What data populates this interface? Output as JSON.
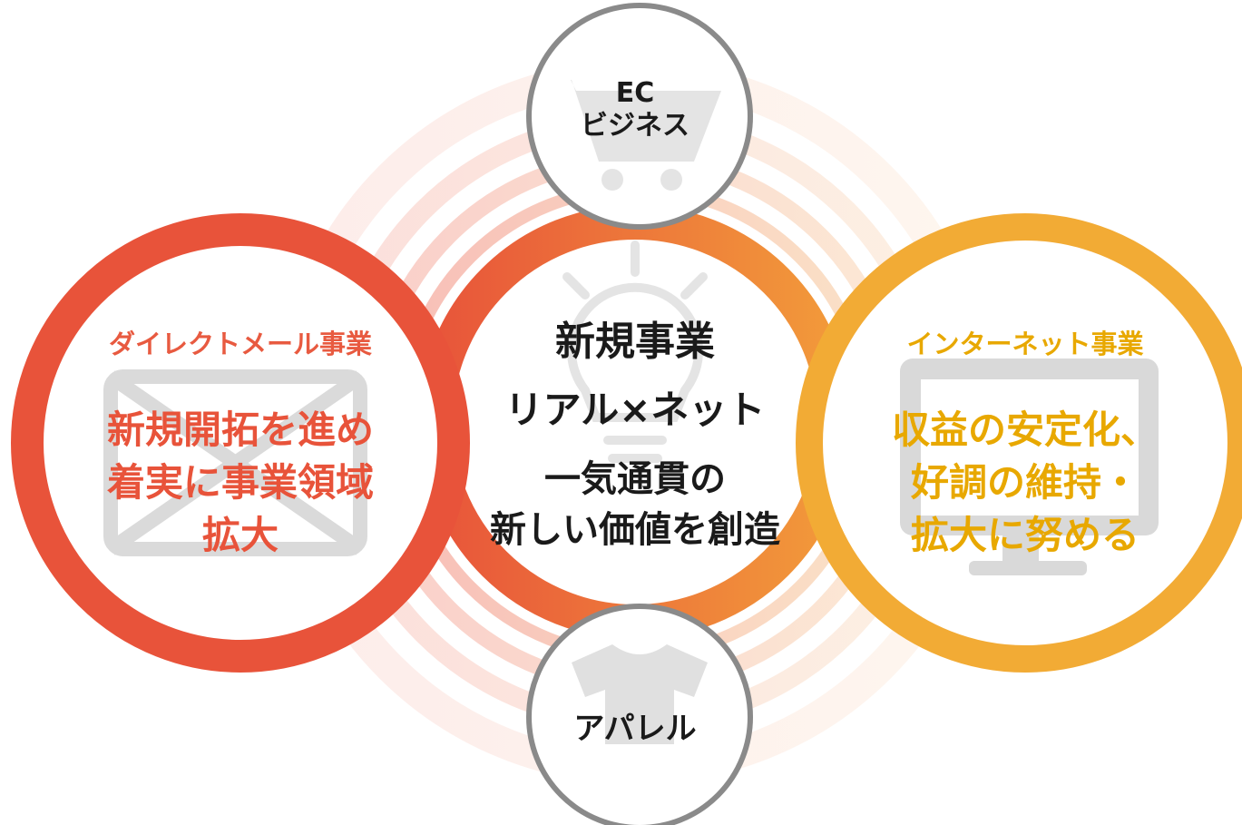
{
  "ec": {
    "line1": "EC",
    "line2": "ビジネス",
    "icon": "cart-icon"
  },
  "apparel": {
    "label": "アパレル",
    "icon": "tshirt-icon"
  },
  "direct_mail": {
    "heading": "ダイレクトメール事業",
    "body": "新規開拓を進め\n着実に事業領域\n拡大",
    "icon": "envelope-icon",
    "color": "#e85a3a"
  },
  "internet": {
    "heading": "インターネット事業",
    "body": "収益の安定化、\n好調の維持・\n拡大に努める",
    "icon": "monitor-icon",
    "color": "#f2ab35"
  },
  "center": {
    "title": "新規事業",
    "subtitle": "リアル×ネット",
    "body": "一気通貫の\n新しい価値を創造",
    "icon": "lightbulb-icon",
    "gradient": [
      "#e8553a",
      "#f29a3a"
    ]
  }
}
